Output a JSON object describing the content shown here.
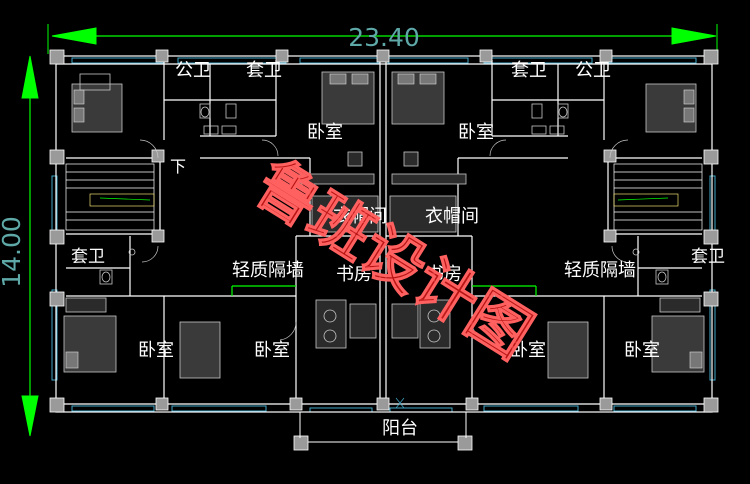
{
  "dimensions": {
    "width_label": "23.40",
    "height_label": "14.00"
  },
  "rooms": {
    "public_bath": "公卫",
    "ensuite_bath": "套卫",
    "bedroom": "卧室",
    "closet": "衣帽间",
    "study": "书房",
    "light_partition": "轻质隔墙",
    "balcony": "阳台",
    "stair_down": "下"
  },
  "watermark": {
    "text": "鲁班设计图"
  },
  "colors": {
    "background": "#000000",
    "dimension": "#00ff00",
    "wall": "#ffffff",
    "window": "#3fa9c9",
    "furniture": "#c8c8c8",
    "watermark": "#d81818"
  }
}
